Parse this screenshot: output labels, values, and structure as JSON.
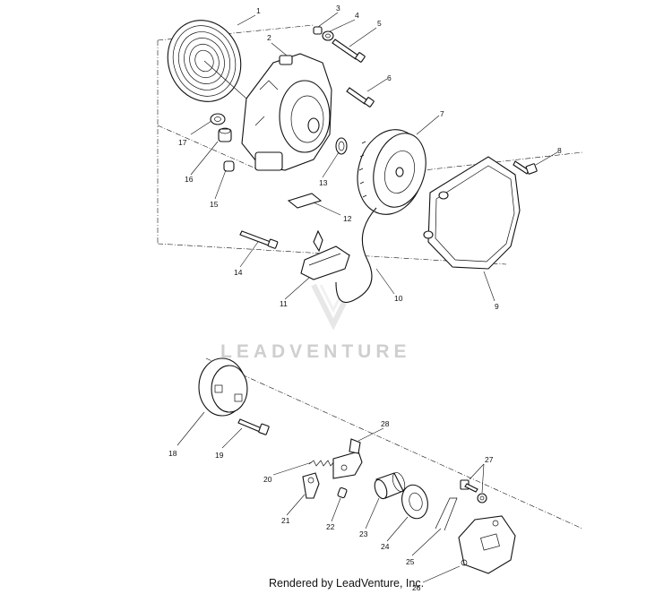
{
  "diagram": {
    "callouts": [
      "1",
      "2",
      "3",
      "4",
      "5",
      "6",
      "7",
      "8",
      "9",
      "10",
      "11",
      "12",
      "13",
      "14",
      "15",
      "16",
      "17",
      "18",
      "19",
      "20",
      "21",
      "22",
      "23",
      "24",
      "25",
      "26",
      "27",
      "28"
    ],
    "watermark": "LEADVENTURE",
    "footer": "Rendered by LeadVenture, Inc."
  }
}
